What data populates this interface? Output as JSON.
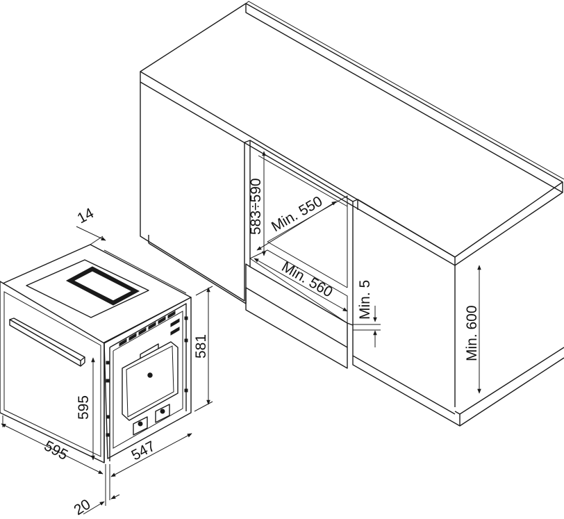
{
  "dimensions": {
    "oven_offset_top": "14",
    "oven_height_front": "595",
    "oven_width": "595",
    "oven_depth": "547",
    "oven_height_body": "581",
    "door_thickness": "20",
    "niche_height": "583÷590",
    "niche_width": "Min. 550",
    "niche_depth": "Min. 560",
    "gap_below_niche": "Min. 5",
    "floor_height": "Min. 600"
  },
  "colors": {
    "line": "#1a1a1a",
    "background": "#ffffff"
  }
}
